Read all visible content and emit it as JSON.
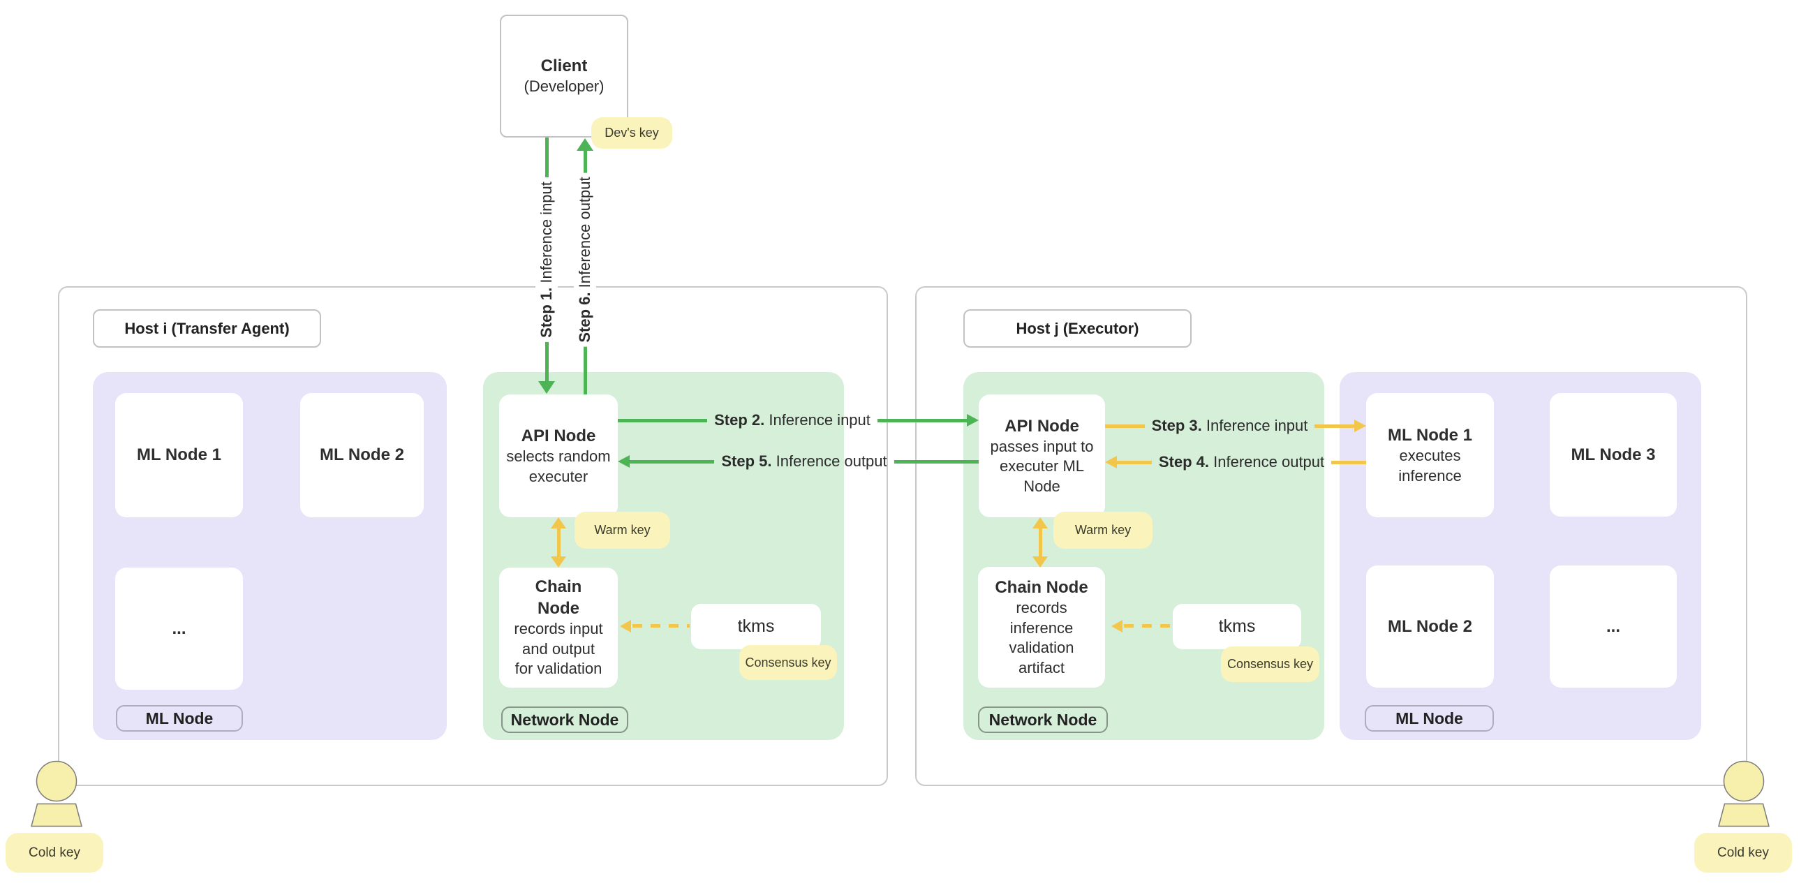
{
  "client": {
    "title": "Client",
    "subtitle": "(Developer)"
  },
  "keys": {
    "dev": "Dev's key",
    "warm": "Warm key",
    "consensus": "Consensus key",
    "cold": "Cold key"
  },
  "labels": {
    "tkms": "tkms",
    "network_node": "Network Node",
    "ml_node": "ML Node",
    "more": "..."
  },
  "hosts": {
    "i": "Host i (Transfer Agent)",
    "j": "Host j (Executor)"
  },
  "steps": {
    "s1": {
      "bold": "Step 1.",
      "text": " Inference input"
    },
    "s2": {
      "bold": "Step 2.",
      "text": " Inference input"
    },
    "s3": {
      "bold": "Step 3.",
      "text": " Inference input"
    },
    "s4": {
      "bold": "Step 4.",
      "text": " Inference output"
    },
    "s5": {
      "bold": "Step 5.",
      "text": " Inference output"
    },
    "s6": {
      "bold": "Step 6.",
      "text": " Inference output"
    }
  },
  "nodes": {
    "host_i_ml1": "ML Node 1",
    "host_i_ml2": "ML Node 2",
    "host_i_api_title": "API Node",
    "host_i_api_desc": "selects random executer",
    "host_i_chain_title": "Chain Node",
    "host_i_chain_desc": "records input and output for validation",
    "host_j_api_title": "API Node",
    "host_j_api_desc": "passes input to executer ML Node",
    "host_j_chain_title": "Chain Node",
    "host_j_chain_desc": "records inference validation artifact",
    "host_j_ml1_title": "ML Node 1",
    "host_j_ml1_desc": "executes inference",
    "host_j_ml2": "ML Node 2",
    "host_j_ml3": "ML Node 3"
  },
  "colors": {
    "green_arrow": "#4db455",
    "yellow_arrow": "#f2c64b",
    "green_panel": "#d5efd9",
    "purple_panel": "#e7e3f9",
    "key_badge_bg": "#faf3bb",
    "host_border": "#c9c9c9"
  }
}
